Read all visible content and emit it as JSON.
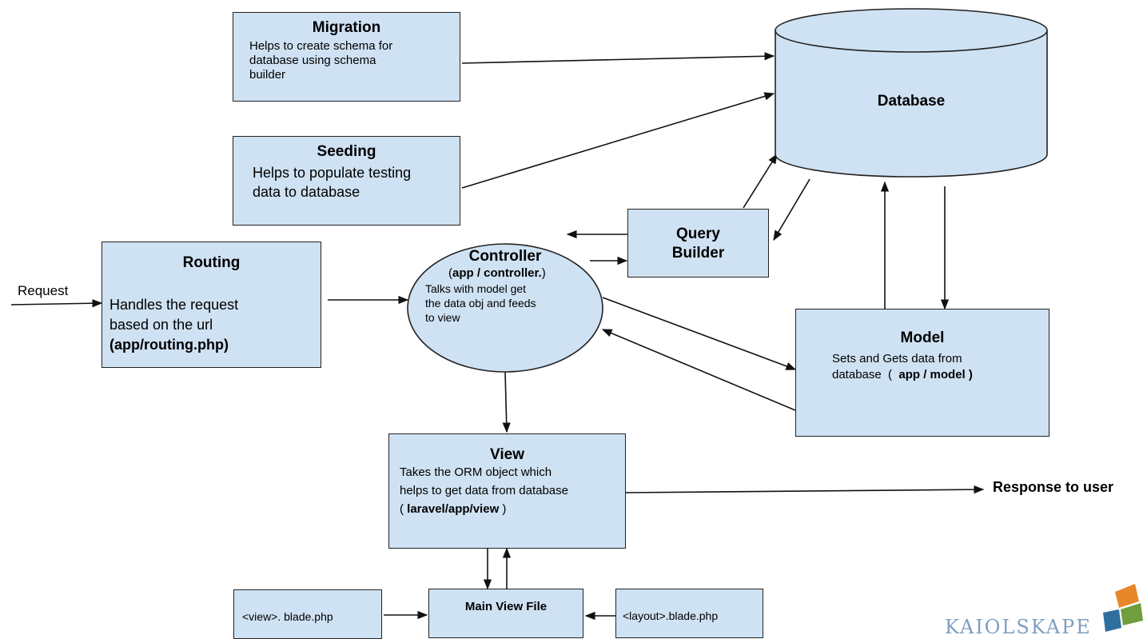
{
  "migration": {
    "title": "Migration",
    "desc": [
      "Helps to create schema for",
      "database using schema",
      "builder"
    ]
  },
  "seeding": {
    "title": "Seeding",
    "desc": [
      "Helps to populate testing",
      "data to database"
    ]
  },
  "database": {
    "title": "Database"
  },
  "routing": {
    "title": "Routing",
    "desc": [
      "Handles the request",
      "based on the url"
    ],
    "path": "(app/routing.php)"
  },
  "request_label": "Request",
  "controller": {
    "title": "Controller",
    "path_open": "(",
    "path_bold": "app / controller.",
    "path_close": ")",
    "desc": [
      "Talks with model get",
      "the data obj and feeds",
      "to view"
    ]
  },
  "query_builder": {
    "title": [
      "Query",
      "Builder"
    ]
  },
  "model": {
    "title": "Model",
    "desc": "Sets and Gets data from",
    "desc2_prefix": "database  ( ",
    "desc2_bold": " app / model",
    "desc2_suffix": " )"
  },
  "view": {
    "title": "View",
    "desc": [
      "Takes the ORM object which",
      "helps to get data from database"
    ],
    "path_prefix": "( ",
    "path_bold": "laravel/app/view",
    "path_suffix": " )"
  },
  "response_label": "Response to user",
  "view_blade": "<view>. blade.php",
  "main_view_file": "Main View File",
  "layout_blade": "<layout>.blade.php",
  "logo": {
    "text": "KAIOLSKAPE",
    "colors": [
      "#e8862a",
      "#6f9e3c",
      "#2f6f9f"
    ]
  },
  "colors": {
    "box_fill": "#cfe2f3",
    "stroke": "#222222"
  }
}
